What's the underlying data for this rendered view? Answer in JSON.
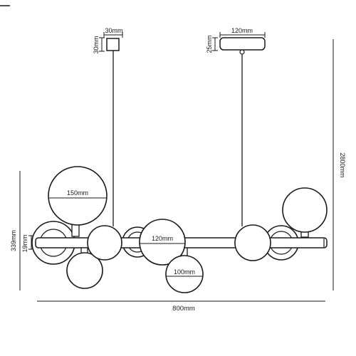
{
  "dimensions": {
    "canopy_small_width": "30mm",
    "canopy_small_height": "30mm",
    "canopy_large_width": "120mm",
    "canopy_large_height": "25mm",
    "overall_height": "2800mm",
    "fixture_height": "339mm",
    "bar_height": "19mm",
    "overall_width": "800mm",
    "globe_large": "150mm",
    "globe_medium": "120mm",
    "globe_small": "100mm"
  }
}
